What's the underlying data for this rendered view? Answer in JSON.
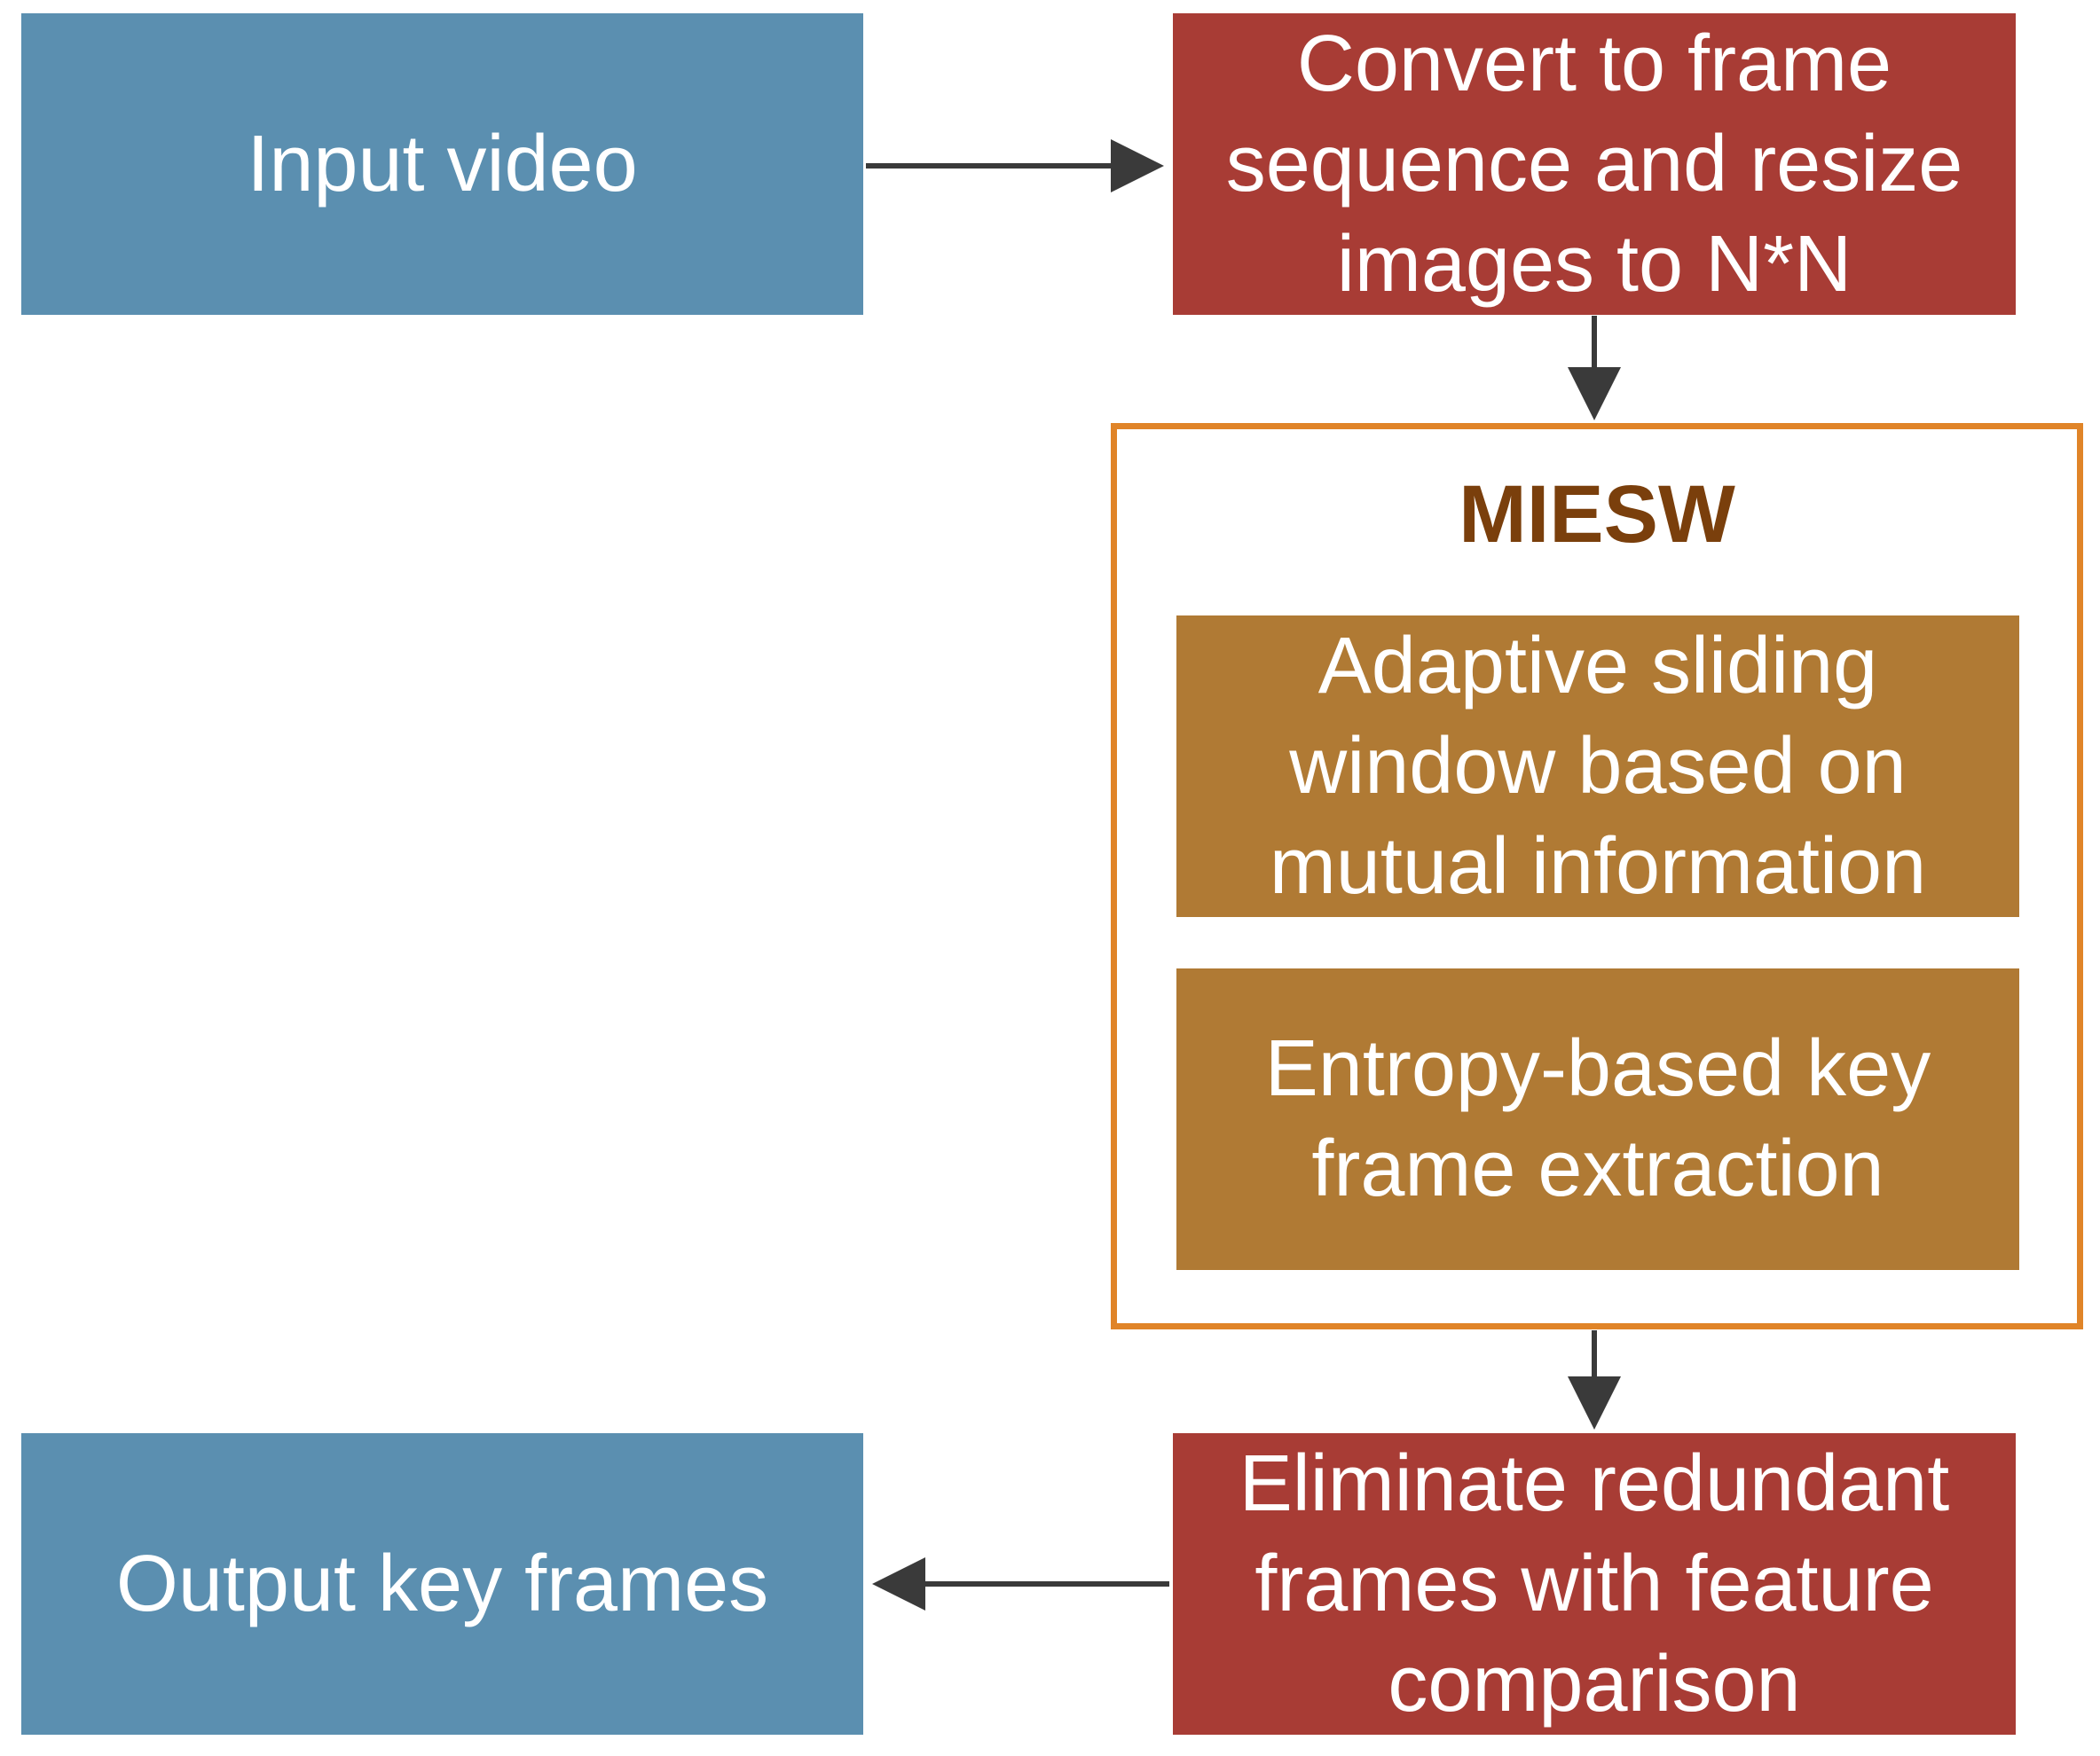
{
  "nodes": {
    "input_video": "Input video",
    "convert": "Convert to frame\nsequence and resize\nimages to N*N",
    "miesw_title": "MIESW",
    "adaptive": "Adaptive sliding\nwindow based on\nmutual information",
    "entropy": "Entropy-based key\nframe extraction",
    "eliminate": "Eliminate redundant\nframes with feature\ncomparison",
    "output": "Output key frames"
  },
  "colors": {
    "blue_box": "#5b8fb0",
    "red_box": "#a83c35",
    "brown_box": "#b07a34",
    "container_border": "#e08428",
    "title_text": "#7a3f0c",
    "arrow": "#3a3a3a"
  }
}
